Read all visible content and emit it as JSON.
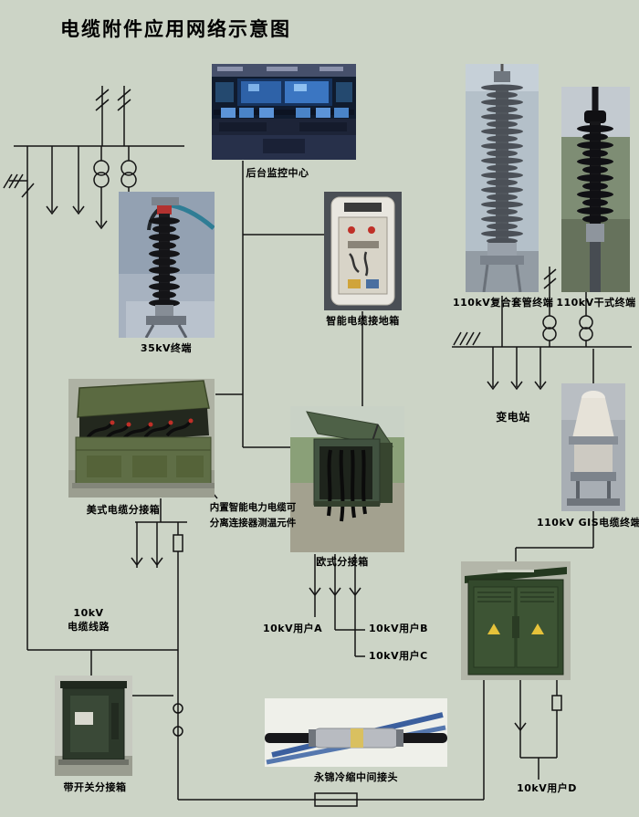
{
  "title": "电缆附件应用网络示意图",
  "labels": {
    "monitoring_center": "后台监控中心",
    "terminal_35kv": "35kV终端",
    "smart_grounding_box": "智能电缆接地箱",
    "composite_bushing_110kv": "110kV复合套管终端",
    "dry_terminal_110kv": "110kV干式终端",
    "substation": "变电站",
    "american_tap_box": "美式电缆分接箱",
    "note_line1": "内置智能电力电缆可",
    "note_line2": "分离连接器测温元件",
    "european_tap_box": "欧式分接箱",
    "gis_terminal_110kv": "110kV GIS电缆终端",
    "cable_line_l1": "10kV",
    "cable_line_l2": "电缆线路",
    "user_a": "10kV用户A",
    "user_b": "10kV用户B",
    "user_c": "10kV用户C",
    "user_d": "10kV用户D",
    "switch_tap_box": "带开关分接箱",
    "cold_shrink_joint": "永锦冷缩中间接头"
  },
  "colors": {
    "background": "#ccd4c6",
    "schematic_line": "#141414",
    "cabinet_green": "#3d5434",
    "insulator_dark": "#17171a",
    "accent_red": "#b23230"
  }
}
